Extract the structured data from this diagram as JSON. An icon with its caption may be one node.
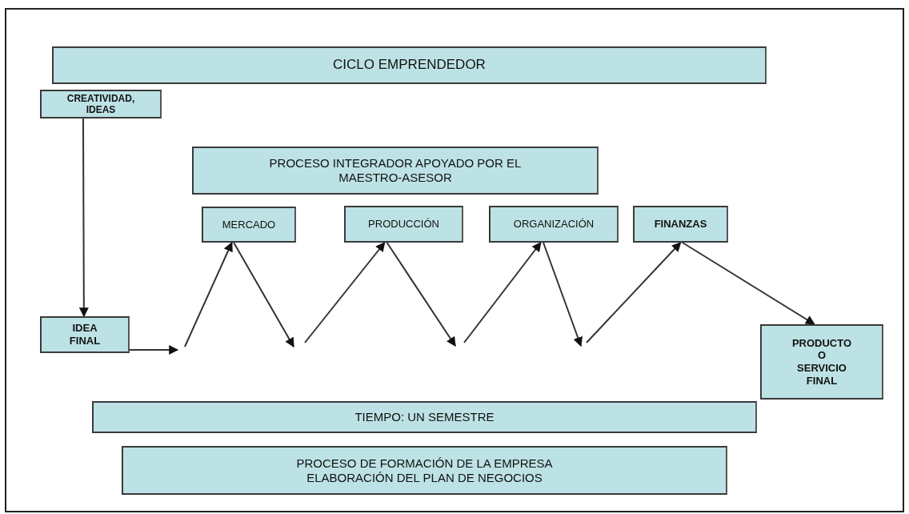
{
  "diagram": {
    "nodes": [
      {
        "text": [
          "CICLO EMPRENDEDOR"
        ]
      },
      {
        "text": [
          "CREATIVIDAD, IDEAS"
        ]
      },
      {
        "text": [
          "PROCESO INTEGRADOR APOYADO POR EL MAESTRO-ASESOR"
        ]
      },
      {
        "text": [
          "MERCADO"
        ]
      },
      {
        "text": [
          "PRODUCCIÓN"
        ]
      },
      {
        "text": [
          "ORGANIZACIÓN"
        ]
      },
      {
        "text": [
          "FINANZAS"
        ]
      },
      {
        "text": [
          "IDEA FINAL"
        ]
      },
      {
        "text": [
          "PRODUCTO O SERVICIO FINAL"
        ]
      },
      {
        "text": [
          "TIEMPO: UN SEMESTRE"
        ]
      },
      {
        "text": [
          "PROCESO DE FORMACIÓN DE LA EMPRESA ELABORACIÓN DEL PLAN DE NEGOCIOS"
        ]
      }
    ],
    "edges": [
      {
        "from": 1,
        "to": 7,
        "arrow": "to"
      },
      {
        "from": 7,
        "to": null,
        "arrow": "to"
      },
      {
        "from": null,
        "to": 3,
        "arrow": "to"
      },
      {
        "from": 3,
        "to": null,
        "arrow": "to"
      },
      {
        "from": null,
        "to": 4,
        "arrow": "to"
      },
      {
        "from": 4,
        "to": null,
        "arrow": "to"
      },
      {
        "from": null,
        "to": 5,
        "arrow": "to"
      },
      {
        "from": 5,
        "to": null,
        "arrow": "to"
      },
      {
        "from": null,
        "to": 6,
        "arrow": "to"
      },
      {
        "from": 6,
        "to": 8,
        "arrow": "to"
      }
    ]
  }
}
